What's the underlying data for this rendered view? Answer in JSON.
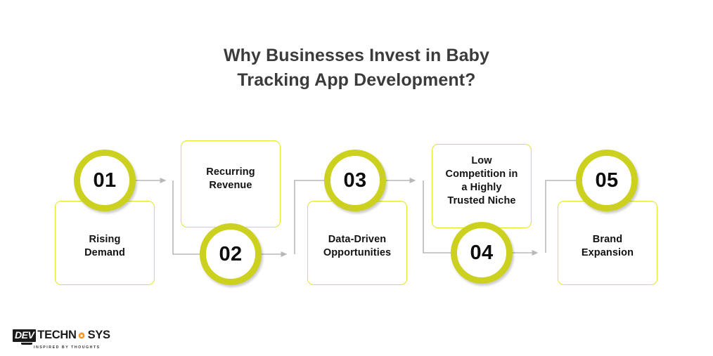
{
  "title": {
    "line1": "Why Businesses Invest in Baby",
    "line2": "Tracking App Development?"
  },
  "colors": {
    "circle_ring": "#ccd01e",
    "box_border": "#e6e42a",
    "connector": "#b0b0b0",
    "title_text": "#3b3b3b",
    "body_text": "#121212",
    "logo_gear": "#f7941e",
    "logo_dark": "#1b1b1b",
    "background": "#ffffff"
  },
  "steps": [
    {
      "number": "01",
      "label_line1": "Rising",
      "label_line2": "Demand",
      "label_line3": "",
      "label_line4": ""
    },
    {
      "number": "02",
      "label_line1": "Recurring",
      "label_line2": "Revenue",
      "label_line3": "",
      "label_line4": ""
    },
    {
      "number": "03",
      "label_line1": "Data-Driven",
      "label_line2": "Opportunities",
      "label_line3": "",
      "label_line4": ""
    },
    {
      "number": "04",
      "label_line1": "Low",
      "label_line2": "Competition in",
      "label_line3": "a Highly",
      "label_line4": "Trusted Niche"
    },
    {
      "number": "05",
      "label_line1": "Brand",
      "label_line2": "Expansion",
      "label_line3": "",
      "label_line4": ""
    }
  ],
  "logo": {
    "mark": "DEV",
    "word1": "TECHN",
    "word2": "SYS",
    "icon": "gear-icon",
    "tagline": "INSPIRED BY THOUGHTS"
  }
}
